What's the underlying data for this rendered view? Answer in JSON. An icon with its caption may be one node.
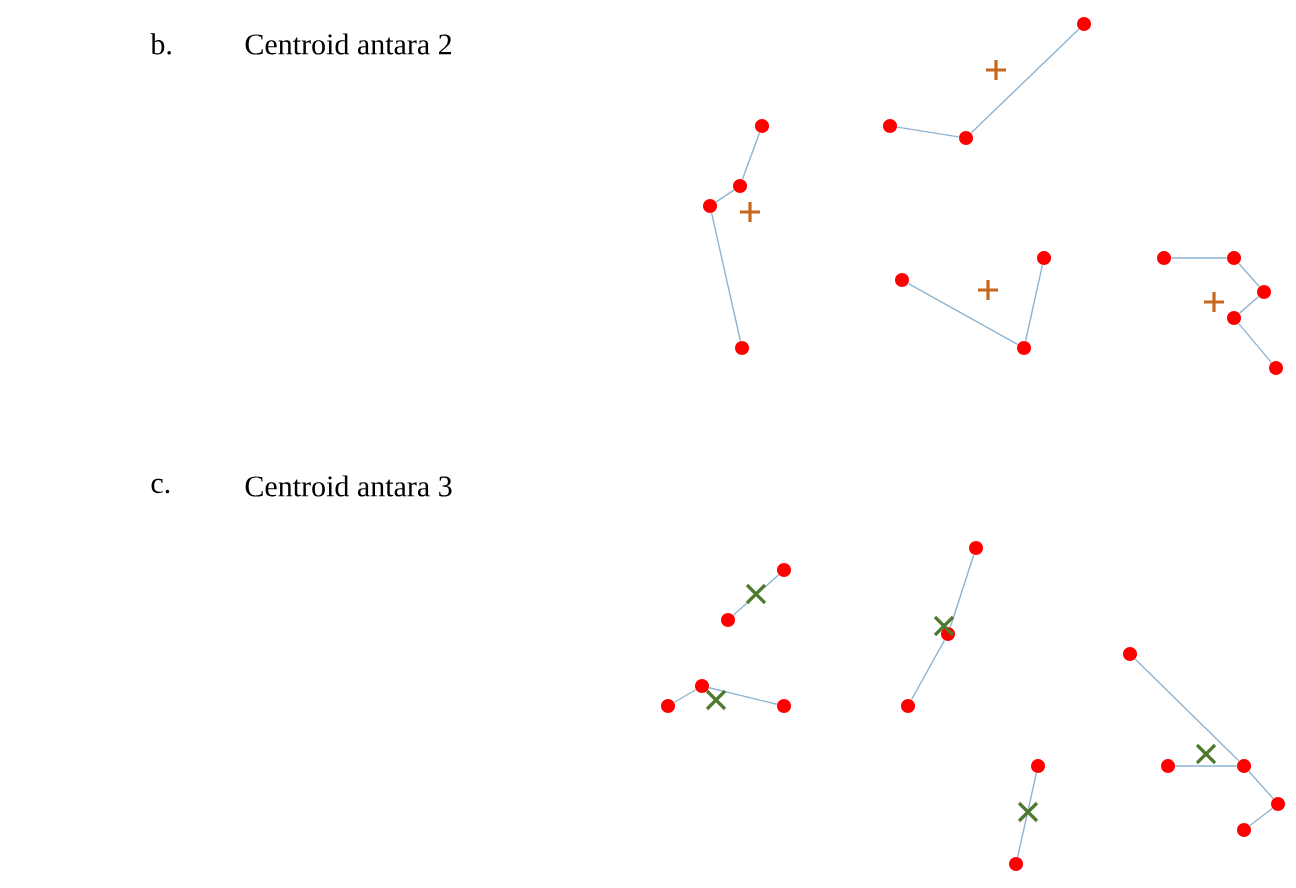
{
  "diagram": {
    "nodes": [
      {
        "text": [],
        "shape": "circle"
      },
      {
        "text": [],
        "shape": "circle"
      },
      {
        "text": [],
        "shape": "circle"
      },
      {
        "text": [],
        "shape": "circle"
      },
      {
        "text": [],
        "shape": "circle"
      },
      {
        "text": [],
        "shape": "circle"
      },
      {
        "text": [],
        "shape": "circle"
      },
      {
        "text": [],
        "shape": "circle"
      },
      {
        "text": [],
        "shape": "circle"
      },
      {
        "text": [],
        "shape": "circle"
      },
      {
        "text": [],
        "shape": "circle"
      },
      {
        "text": [],
        "shape": "circle"
      },
      {
        "text": [],
        "shape": "circle"
      },
      {
        "text": [],
        "shape": "circle"
      },
      {
        "text": [],
        "shape": "circle"
      },
      {
        "text": [],
        "shape": "circle"
      },
      {
        "text": [],
        "shape": "circle"
      },
      {
        "text": [],
        "shape": "circle"
      },
      {
        "text": [],
        "shape": "circle"
      },
      {
        "text": [],
        "shape": "circle"
      },
      {
        "text": [],
        "shape": "circle"
      },
      {
        "text": [],
        "shape": "circle"
      },
      {
        "text": [],
        "shape": "circle"
      },
      {
        "text": [],
        "shape": "circle"
      },
      {
        "text": [],
        "shape": "circle"
      },
      {
        "text": [],
        "shape": "circle"
      },
      {
        "text": [],
        "shape": "circle"
      },
      {
        "text": [],
        "shape": "circle"
      },
      {
        "text": [],
        "shape": "circle"
      },
      {
        "text": [],
        "shape": "circle"
      }
    ],
    "edges": [
      {
        "from": 0,
        "to": 1,
        "arrow": "none"
      },
      {
        "from": 1,
        "to": 2,
        "arrow": "none"
      },
      {
        "from": 2,
        "to": 3,
        "arrow": "none"
      },
      {
        "from": 4,
        "to": 5,
        "arrow": "none"
      },
      {
        "from": 5,
        "to": 6,
        "arrow": "none"
      },
      {
        "from": 7,
        "to": 8,
        "arrow": "none"
      },
      {
        "from": 8,
        "to": 9,
        "arrow": "none"
      },
      {
        "from": 10,
        "to": 11,
        "arrow": "none"
      },
      {
        "from": 11,
        "to": 12,
        "arrow": "none"
      },
      {
        "from": 12,
        "to": 13,
        "arrow": "none"
      },
      {
        "from": 13,
        "to": 14,
        "arrow": "none"
      },
      {
        "from": 15,
        "to": 16,
        "arrow": "none"
      },
      {
        "from": 17,
        "to": 18,
        "arrow": "none"
      },
      {
        "from": 17,
        "to": 19,
        "arrow": "none"
      },
      {
        "from": 20,
        "to": 21,
        "arrow": "none"
      },
      {
        "from": 21,
        "to": 22,
        "arrow": "none"
      },
      {
        "from": 23,
        "to": 24,
        "arrow": "none"
      },
      {
        "from": 25,
        "to": 27,
        "arrow": "none"
      },
      {
        "from": 26,
        "to": 27,
        "arrow": "none"
      },
      {
        "from": 27,
        "to": 28,
        "arrow": "none"
      },
      {
        "from": 28,
        "to": 29,
        "arrow": "none"
      }
    ],
    "labels": [
      "b.",
      "Centroid antara 2",
      "c.",
      "Centroid antara 3"
    ]
  }
}
